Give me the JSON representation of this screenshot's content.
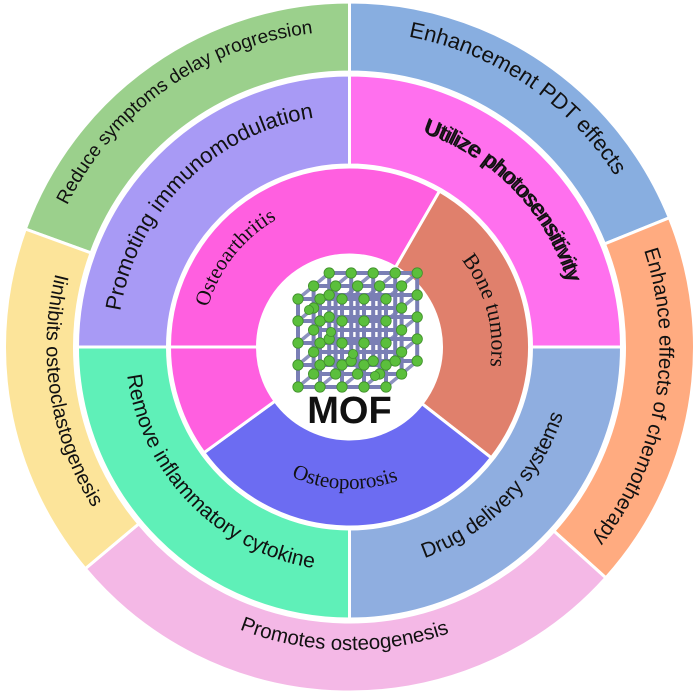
{
  "title": "MOF",
  "inner_ring": [
    {
      "label": "Osteoarthritis",
      "color": "#ff5fe0"
    },
    {
      "label": "Bone tumors",
      "color": "#e0806c"
    },
    {
      "label": "Osteoporosis",
      "color": "#6c6cf2"
    }
  ],
  "middle_ring": [
    {
      "label": "Promoting immunomodulation",
      "color": "#a89af5"
    },
    {
      "label": "Utilize photosensitivity",
      "color": "#ff70ee"
    },
    {
      "label": "Drug delivery systems",
      "color": "#8faee0"
    },
    {
      "label": "Remove inflammatory cytokine",
      "color": "#5ff0b8"
    }
  ],
  "outer_ring": [
    {
      "label": "Reduce symptoms delay progression",
      "color": "#9bd08c"
    },
    {
      "label": "Enhancement  PDT  effects",
      "color": "#88aee0"
    },
    {
      "label": "Enhance effects of chemotherapy",
      "color": "#ffab80"
    },
    {
      "label": "Promotes osteogenesis",
      "color": "#f4b8e6"
    },
    {
      "label": "Iinhibits osteoclastogenesis",
      "color": "#fce49a"
    }
  ],
  "icons": {
    "center": "mof-lattice-icon"
  },
  "colors": {
    "lattice_rod": "#7a7fb5",
    "lattice_node": "#5bbf3c",
    "separator": "#ffffff"
  }
}
